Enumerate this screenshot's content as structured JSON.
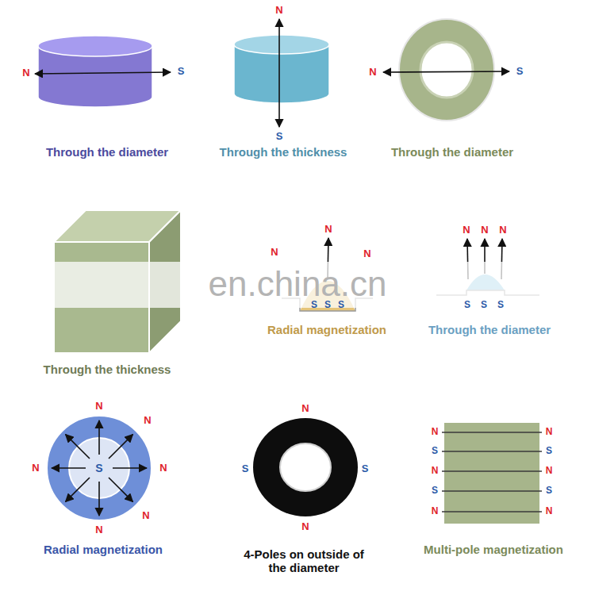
{
  "diagram": {
    "labels": [
      "N",
      "S",
      "Through the diameter",
      "N",
      "S",
      "Through the thickness",
      "N",
      "S",
      "Through the diameter",
      "Through the thickness",
      "N",
      "N",
      "N",
      "S",
      "S",
      "S",
      "Radial magnetization",
      "N",
      "N",
      "N",
      "S",
      "S",
      "S",
      "Through the diameter",
      "en.china.cn",
      "N",
      "N",
      "N",
      "S",
      "N",
      "N",
      "N",
      "Radial magnetization",
      "N",
      "S",
      "S",
      "N",
      "4-Poles on outside of the diameter",
      "N",
      "N",
      "S",
      "S",
      "N",
      "N",
      "S",
      "S",
      "N",
      "N",
      "Multi-pole magnetization"
    ]
  }
}
